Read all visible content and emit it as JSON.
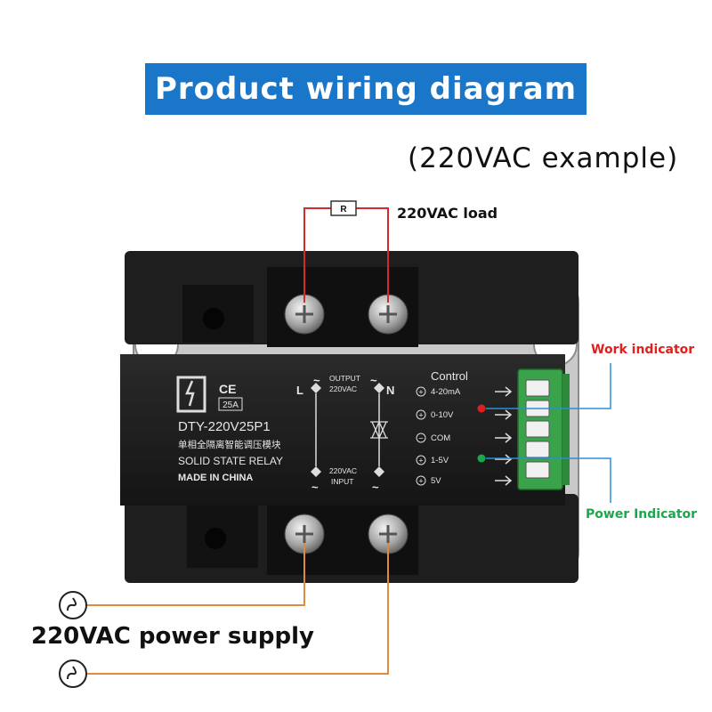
{
  "title": "Product wiring diagram",
  "subtitle": "(220VAC example)",
  "load_label": "220VAC load",
  "resistor_label": "R",
  "work_indicator_label": "Work indicator",
  "power_indicator_label": "Power Indicator",
  "supply_label": "220VAC power supply",
  "relay": {
    "ce": "CE",
    "current": "25A",
    "model": "DTY-220V25P1",
    "chinese_name": "单相全隔离智能调压模块",
    "type": "SOLID STATE RELAY",
    "origin": "MADE IN CHINA",
    "output_label": "OUTPUT",
    "output_voltage": "220VAC",
    "input_voltage": "220VAC",
    "input_label": "INPUT",
    "terminal_l": "L",
    "terminal_n": "N",
    "control_title": "Control",
    "control_signals": [
      {
        "symbol": "+",
        "label": "4-20mA"
      },
      {
        "symbol": "+",
        "label": "0-10V"
      },
      {
        "symbol": "−",
        "label": "COM"
      },
      {
        "symbol": "+",
        "label": "1-5V"
      },
      {
        "symbol": "+",
        "label": "5V"
      }
    ]
  },
  "colors": {
    "banner": "#1976c8",
    "load_wire": "#d42a2a",
    "supply_wire": "#e08a3c",
    "work_indicator": "#e0201c",
    "power_indicator": "#1aa84a",
    "indicator_lines": "#2b8fd6",
    "terminal_block": "#3aa24a"
  }
}
